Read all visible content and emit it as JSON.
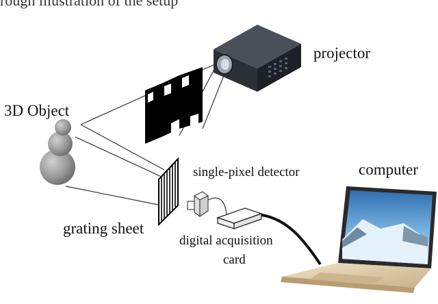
{
  "caption_top": "rough illustration of the setup",
  "labels": {
    "projector": "projector",
    "object": "3D Object",
    "detector": "single-pixel detector",
    "computer": "computer",
    "grating": "grating sheet",
    "acquisition_line1": "digital acquisition",
    "acquisition_line2": "card"
  },
  "colors": {
    "projector_body": "#2b3038",
    "lens": "#9aa4b0",
    "object": "#9a9a9a",
    "laptop_body": "#dcc8a4",
    "screen_sky": "#4a8fc8"
  }
}
